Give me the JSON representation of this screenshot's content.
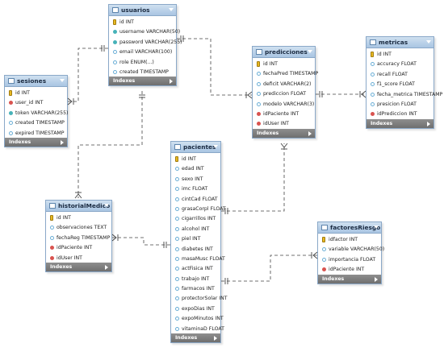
{
  "footer_label": "Indexes",
  "tables": [
    {
      "id": "usuarios",
      "name": "usuarios",
      "columns": [
        {
          "text": "id INT",
          "kind": "key"
        },
        {
          "text": "username VARCHAR(50)",
          "kind": "nn"
        },
        {
          "text": "password VARCHAR(255)",
          "kind": "nn"
        },
        {
          "text": "email VARCHAR(100)",
          "kind": "col"
        },
        {
          "text": "role ENUM(...)",
          "kind": "col"
        },
        {
          "text": "created TIMESTAMP",
          "kind": "col"
        }
      ]
    },
    {
      "id": "sesiones",
      "name": "sesiones",
      "columns": [
        {
          "text": "id INT",
          "kind": "key"
        },
        {
          "text": "user_id INT",
          "kind": "fk"
        },
        {
          "text": "token VARCHAR(255)",
          "kind": "nn"
        },
        {
          "text": "created TIMESTAMP",
          "kind": "col"
        },
        {
          "text": "expired TIMESTAMP",
          "kind": "col"
        }
      ]
    },
    {
      "id": "predicciones",
      "name": "predicciones",
      "columns": [
        {
          "text": "id INT",
          "kind": "key"
        },
        {
          "text": "fechaPred TIMESTAMP",
          "kind": "col"
        },
        {
          "text": "deficit VARCHAR(2)",
          "kind": "col"
        },
        {
          "text": "prediccion FLOAT",
          "kind": "col"
        },
        {
          "text": "modelo VARCHAR(3)",
          "kind": "col"
        },
        {
          "text": "idPaciente INT",
          "kind": "fk"
        },
        {
          "text": "idUser INT",
          "kind": "fk"
        }
      ]
    },
    {
      "id": "metricas",
      "name": "metricas",
      "columns": [
        {
          "text": "id INT",
          "kind": "key"
        },
        {
          "text": "accuracy FLOAT",
          "kind": "col"
        },
        {
          "text": "recall FLOAT",
          "kind": "col"
        },
        {
          "text": "f1_score FLOAT",
          "kind": "col"
        },
        {
          "text": "fecha_metrica TIMESTAMP",
          "kind": "col"
        },
        {
          "text": "presicion FLOAT",
          "kind": "col"
        },
        {
          "text": "idPrediccion INT",
          "kind": "fk"
        }
      ]
    },
    {
      "id": "pacientes",
      "name": "pacientes",
      "columns": [
        {
          "text": "id INT",
          "kind": "key"
        },
        {
          "text": "edad INT",
          "kind": "col"
        },
        {
          "text": "sexo INT",
          "kind": "col"
        },
        {
          "text": "imc FLOAT",
          "kind": "col"
        },
        {
          "text": "cintCad FLOAT",
          "kind": "col"
        },
        {
          "text": "grasaCorpl FLOAT",
          "kind": "col"
        },
        {
          "text": "cigarrillos INT",
          "kind": "col"
        },
        {
          "text": "alcohol INT",
          "kind": "col"
        },
        {
          "text": "piel INT",
          "kind": "col"
        },
        {
          "text": "diabetes INT",
          "kind": "col"
        },
        {
          "text": "masaMusc FLOAT",
          "kind": "col"
        },
        {
          "text": "actFisica INT",
          "kind": "col"
        },
        {
          "text": "trabajo INT",
          "kind": "col"
        },
        {
          "text": "farmacos INT",
          "kind": "col"
        },
        {
          "text": "protectorSolar INT",
          "kind": "col"
        },
        {
          "text": "expoDias INT",
          "kind": "col"
        },
        {
          "text": "expoMinutos INT",
          "kind": "col"
        },
        {
          "text": "vitaminaD FLOAT",
          "kind": "col"
        }
      ]
    },
    {
      "id": "historialMedico",
      "name": "historialMedico",
      "columns": [
        {
          "text": "id INT",
          "kind": "key"
        },
        {
          "text": "observaciones TEXT",
          "kind": "col"
        },
        {
          "text": "fechaReg TIMESTAMP",
          "kind": "col"
        },
        {
          "text": "idPaciente INT",
          "kind": "fk"
        },
        {
          "text": "idUser INT",
          "kind": "fk"
        }
      ]
    },
    {
      "id": "factoresRiesgo",
      "name": "factoresRiesgo",
      "columns": [
        {
          "text": "idfactor INT",
          "kind": "key"
        },
        {
          "text": "variable VARCHAR(50)",
          "kind": "col"
        },
        {
          "text": "importancia FLOAT",
          "kind": "col"
        },
        {
          "text": "idPaciente INT",
          "kind": "fk"
        }
      ]
    }
  ],
  "relationships": [
    {
      "from": "sesiones",
      "to": "usuarios"
    },
    {
      "from": "predicciones",
      "to": "usuarios"
    },
    {
      "from": "metricas",
      "to": "predicciones"
    },
    {
      "from": "historialMedico",
      "to": "usuarios"
    },
    {
      "from": "historialMedico",
      "to": "pacientes"
    },
    {
      "from": "predicciones",
      "to": "pacientes"
    },
    {
      "from": "factoresRiesgo",
      "to": "pacientes"
    }
  ],
  "colors": {
    "header": "#a9c5e2",
    "footer": "#7a7a7a",
    "connector": "#444444",
    "key": "#e8b820",
    "fk": "#d9534f",
    "not_null": "#46b2b8"
  }
}
